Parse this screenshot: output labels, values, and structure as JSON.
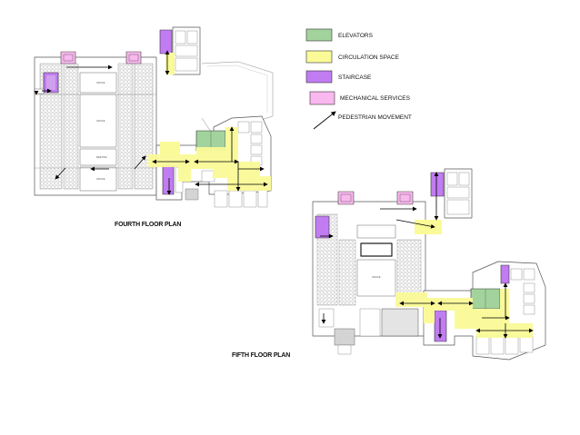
{
  "legend": {
    "items": [
      {
        "label": "ELEVATORS",
        "color": "#a3d39c",
        "icon": "green-swatch"
      },
      {
        "label": "CIRCULATION SPACE",
        "color": "#fafa98",
        "icon": "yellow-swatch"
      },
      {
        "label": "STAIRCASE",
        "color": "#c27cf2",
        "icon": "purple-swatch"
      },
      {
        "label": "MECHANICAL SERVICES",
        "color": "#f9b8ee",
        "icon": "pink-swatch"
      },
      {
        "label": "PEDESTRIAN MOVEMENT",
        "icon": "arrow-icon"
      }
    ]
  },
  "plans": {
    "fourth": {
      "title": "FOURTH FLOOR PLAN"
    },
    "fifth": {
      "title": "FIFTH FLOOR PLAN"
    }
  }
}
